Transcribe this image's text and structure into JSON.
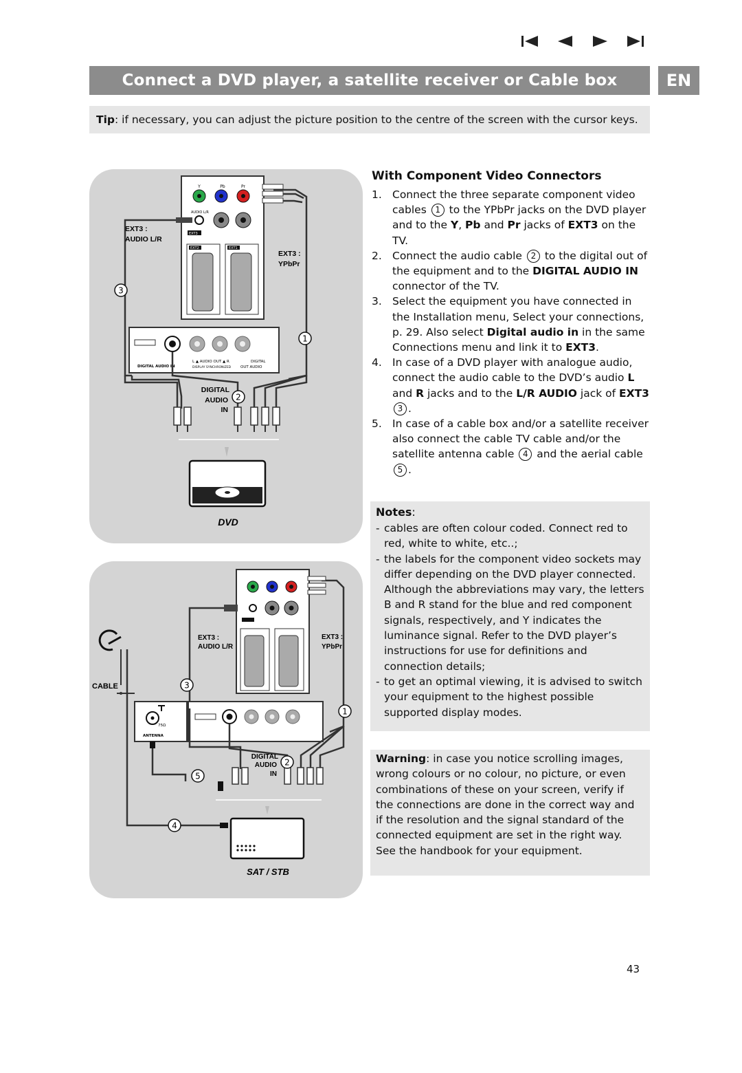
{
  "nav": {
    "icons": [
      "first-page-icon",
      "previous-page-icon",
      "next-page-icon",
      "last-page-icon"
    ]
  },
  "header": {
    "title": "Connect a DVD player, a satellite receiver or Cable box",
    "language": "EN"
  },
  "tip": {
    "label": "Tip",
    "text": ": if necessary, you can adjust the picture position to the centre of the screen with the cursor keys."
  },
  "diagram_dvd": {
    "ext3_audio": [
      "EXT3 :",
      "AUDIO L/R"
    ],
    "ext3_ypbpr": [
      "EXT3 :",
      "YPbPr"
    ],
    "digital_audio_in": [
      "DIGITAL",
      "AUDIO",
      "IN"
    ],
    "device_label": "DVD",
    "jack_labels": {
      "y": "Y",
      "pb": "Pb",
      "pr": "Pr",
      "l": "L",
      "r": "R",
      "audio_lr": "AUDIO L/R",
      "ext3": "EXT3",
      "ext2": "EXT2",
      "ext1": "EXT1"
    },
    "panel_labels": {
      "digital_audio_in": "DIGITAL AUDIO IN",
      "audio_out": "L ▲ AUDIO OUT ▲ R",
      "display_sync": "DISPLAY SYNCHRONIZED",
      "digital": "DIGITAL",
      "out_audio": "OUT  AUDIO"
    },
    "callouts": [
      "1",
      "2",
      "3"
    ]
  },
  "diagram_sat": {
    "cable_label": "CABLE",
    "ext3_audio": [
      "EXT3 :",
      "AUDIO L/R"
    ],
    "ext3_ypbpr": [
      "EXT3 :",
      "YPbPr"
    ],
    "digital_audio_in": [
      "DIGITAL",
      "AUDIO",
      "IN"
    ],
    "device_label": "SAT / STB",
    "antenna_label": "ANTENNA",
    "ohm_label": "75Ω",
    "callouts": [
      "1",
      "2",
      "3",
      "4",
      "5"
    ]
  },
  "component": {
    "heading": "With Component Video Connectors",
    "steps": [
      {
        "num": "1.",
        "parts": [
          {
            "t": "Connect the three separate component video cables "
          },
          {
            "c": "1"
          },
          {
            "t": " to the YPbPr jacks on the DVD player and to the "
          },
          {
            "b": "Y"
          },
          {
            "t": ", "
          },
          {
            "b": "Pb"
          },
          {
            "t": " and "
          },
          {
            "b": "Pr"
          },
          {
            "t": " jacks of "
          },
          {
            "b": "EXT3"
          },
          {
            "t": " on the TV."
          }
        ]
      },
      {
        "num": "2.",
        "parts": [
          {
            "t": "Connect the audio cable "
          },
          {
            "c": "2"
          },
          {
            "t": " to the digital out of the equipment and to the "
          },
          {
            "b": "DIGITAL AUDIO IN"
          },
          {
            "t": " connector of the TV."
          }
        ]
      },
      {
        "num": "3.",
        "parts": [
          {
            "t": "Select the equipment you have connected in the Installation menu, Select your connections, p. 29.  Also select "
          },
          {
            "b": "Digital audio in"
          },
          {
            "t": " in the same Connections menu and link it to "
          },
          {
            "b": "EXT3"
          },
          {
            "t": "."
          }
        ]
      },
      {
        "num": "4.",
        "parts": [
          {
            "t": "In case of a DVD player with analogue audio, connect the audio cable to the DVD’s audio "
          },
          {
            "b": "L"
          },
          {
            "t": " and "
          },
          {
            "b": "R"
          },
          {
            "t": " jacks and to the "
          },
          {
            "b": "L/R AUDIO"
          },
          {
            "t": " jack of "
          },
          {
            "b": "EXT3"
          },
          {
            "t": " "
          },
          {
            "c": "3"
          },
          {
            "t": "."
          }
        ]
      },
      {
        "num": "5.",
        "parts": [
          {
            "t": "In case of a cable box and/or a satellite receiver also connect the cable TV cable and/or the satellite antenna cable "
          },
          {
            "c": "4"
          },
          {
            "t": " and the aerial cable "
          },
          {
            "c": "5"
          },
          {
            "t": "."
          }
        ]
      }
    ]
  },
  "notes": {
    "title": "Notes",
    "items": [
      "cables are often colour coded. Connect red to red, white to white, etc..;",
      "the labels for the component video sockets may differ depending on the DVD player connected. Although the abbreviations may vary, the letters B and R stand for the blue and red component signals, respectively, and  Y indicates the luminance signal. Refer to the DVD player’s instructions for use for definitions and connection details;",
      "to get an optimal viewing, it is advised to switch your equipment to the highest possible supported display modes."
    ]
  },
  "warning": {
    "label": "Warning",
    "text": ": in case you notice scrolling images, wrong colours or no colour, no picture, or even combinations of these on your screen, verify if the connections are done in the correct way and if the resolution and the signal standard of the connected equipment are set in the right way. See the handbook for your equipment."
  },
  "page": {
    "number": "43"
  },
  "colors": {
    "banner": "#8c8c8c",
    "panel": "#e6e6e6",
    "diagram_bg": "#d4d4d4",
    "green": "#2aa84a",
    "blue": "#2233cc",
    "red": "#d42020"
  }
}
